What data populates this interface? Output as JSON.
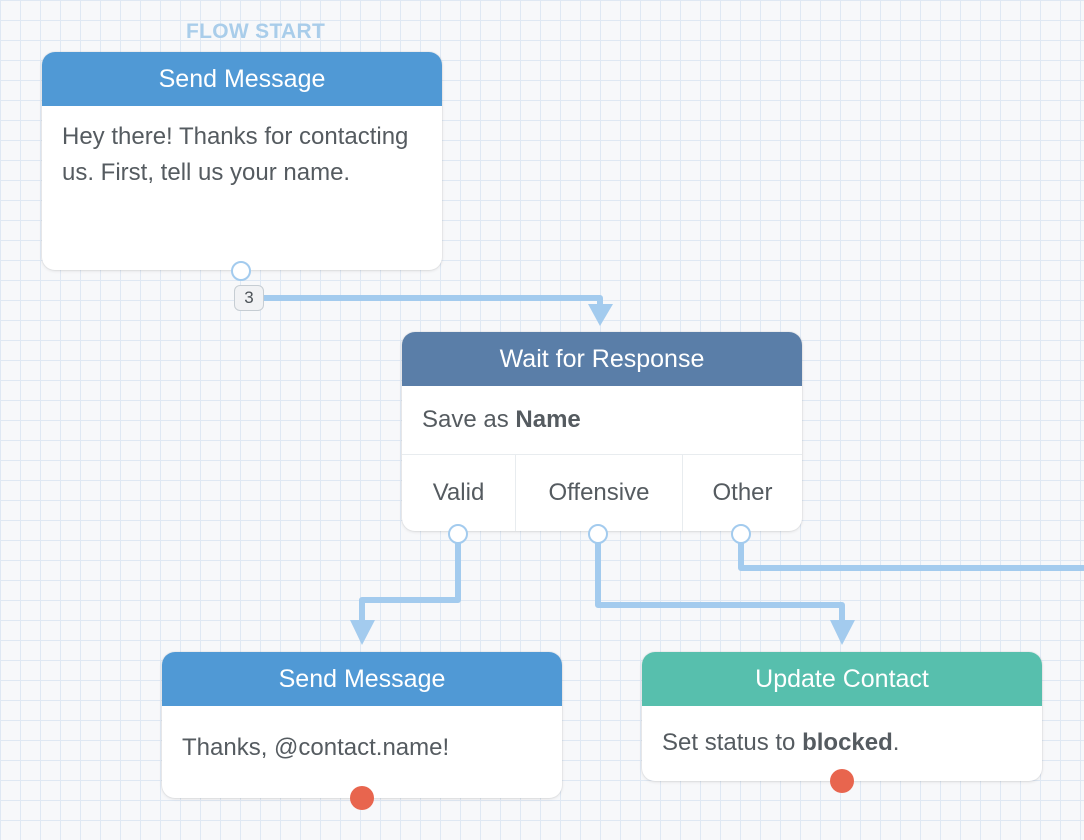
{
  "flow": {
    "start_label": "FLOW START",
    "nodes": {
      "send_message_1": {
        "title": "Send Message",
        "text": "Hey there! Thanks for contacting us. First, tell us your name.",
        "header_color": "#5099d5"
      },
      "wait_for_response": {
        "title": "Wait for Response",
        "save_prefix": "Save as",
        "save_field": "Name",
        "cases": [
          "Valid",
          "Offensive",
          "Other"
        ],
        "header_color": "#5a7ea8"
      },
      "send_message_2": {
        "title": "Send Message",
        "text": "Thanks, @contact.name!",
        "header_color": "#5099d5"
      },
      "update_contact": {
        "title": "Update Contact",
        "text_prefix": "Set status to",
        "value": "blocked",
        "text_suffix": ".",
        "header_color": "#57bfad"
      }
    },
    "connection_count_badge": "3",
    "connector_color": "#a3cbee",
    "exit_dot_color": "#e8654e"
  }
}
